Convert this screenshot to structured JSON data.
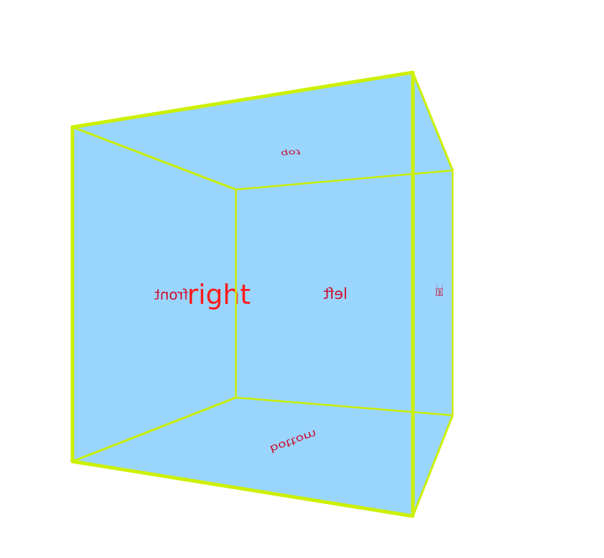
{
  "cube": {
    "face_fill": "#7fcbfc",
    "edge_color": "#ccf000",
    "label_color": "#cc1133",
    "labels": {
      "front": "front",
      "right": "right",
      "left": "left",
      "top": "top",
      "bottom": "bottom",
      "back": "back"
    }
  }
}
